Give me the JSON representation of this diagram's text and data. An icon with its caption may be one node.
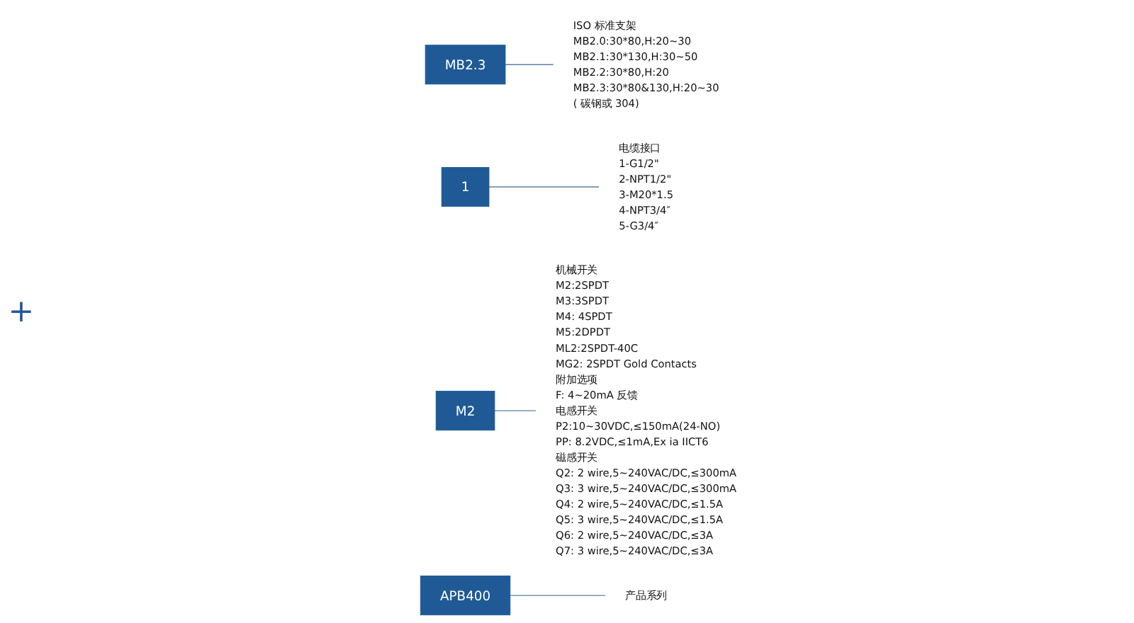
{
  "diagram": {
    "nodes": [
      {
        "text": [
          "MB2.3"
        ]
      },
      {
        "text": [
          "ISO 标准支架",
          "MB2.0:30*80,H:20~30",
          "MB2.1:30*130,H:30~50",
          "MB2.2:30*80,H:20",
          "MB2.3:30*80&130,H:20~30",
          "( 碳钢或 304)"
        ]
      },
      {
        "text": [
          "1"
        ]
      },
      {
        "text": [
          "电缆接口",
          "1-G1/2\"",
          "2-NPT1/2\"",
          "3-M20*1.5",
          "4-NPT3/4″",
          "5-G3/4″"
        ]
      },
      {
        "text": [
          "M2"
        ]
      },
      {
        "text": [
          "机械开关",
          "M2:2SPDT",
          "M3:3SPDT",
          "M4: 4SPDT",
          "M5:2DPDT",
          "ML2:2SPDT-40C",
          "MG2: 2SPDT Gold Contacts",
          "附加选项",
          "F: 4~20mA 反馈",
          "电感开关",
          "P2:10~30VDC,≤150mA(24-NO)",
          "PP: 8.2VDC,≤1mA,Ex ia IICT6",
          "磁感开关",
          "Q2: 2 wire,5~240VAC/DC,≤300mA",
          "Q3: 3 wire,5~240VAC/DC,≤300mA",
          "Q4: 2 wire,5~240VAC/DC,≤1.5A",
          "Q5: 3 wire,5~240VAC/DC,≤1.5A",
          "Q6: 2 wire,5~240VAC/DC,≤3A",
          "Q7: 3 wire,5~240VAC/DC,≤3A"
        ]
      },
      {
        "text": [
          "APB400"
        ]
      },
      {
        "text": [
          "产品系列"
        ]
      }
    ],
    "edges": [
      {
        "from": 0,
        "to": 1,
        "arrow": "none"
      },
      {
        "from": 2,
        "to": 3,
        "arrow": "none"
      },
      {
        "from": 4,
        "to": 5,
        "arrow": "none"
      },
      {
        "from": 6,
        "to": 7,
        "arrow": "none"
      }
    ],
    "labels": [
      "+"
    ]
  }
}
